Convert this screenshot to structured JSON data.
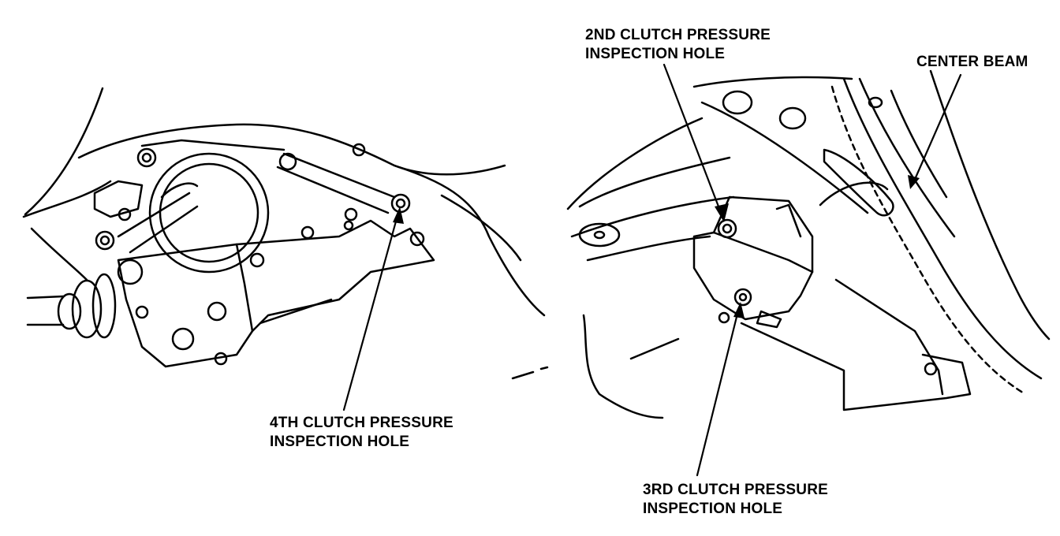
{
  "labels": {
    "clutch_2nd": {
      "line1": "2ND CLUTCH PRESSURE",
      "line2": "INSPECTION HOLE"
    },
    "center_beam": {
      "line1": "CENTER BEAM"
    },
    "clutch_4th": {
      "line1": "4TH CLUTCH PRESSURE",
      "line2": "INSPECTION HOLE"
    },
    "clutch_3rd": {
      "line1": "3RD CLUTCH PRESSURE",
      "line2": "INSPECTION HOLE"
    }
  },
  "colors": {
    "ink": "#000000",
    "background": "#ffffff"
  }
}
